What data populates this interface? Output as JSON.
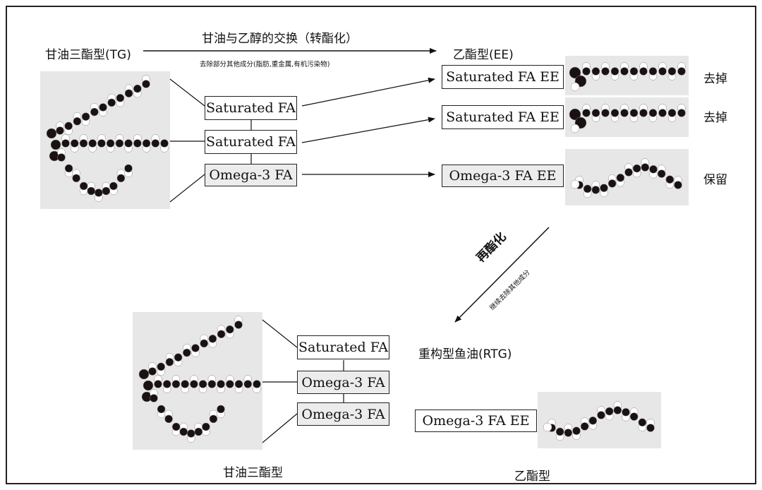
{
  "labels": {
    "tg_top": "甘油三酯型(TG)",
    "transesterification": "甘油与乙醇的交换（转酯化）",
    "removal_note": "去除部分其他成分(脂肪,重金属,有机污染物)",
    "ee_top": "乙酯型(EE)",
    "remove_1": "去掉",
    "remove_2": "去掉",
    "keep": "保留",
    "reesterification": "再酯化",
    "continue_removal": "继续去除其他成分",
    "rtg": "重构型鱼油(RTG)",
    "tg_bottom": "甘油三酯型",
    "ee_bottom": "乙酯型"
  },
  "boxes": {
    "tg_fa_1": "Saturated FA",
    "tg_fa_2": "Saturated FA",
    "tg_fa_3": "Omega-3 FA",
    "ee_1": "Saturated FA EE",
    "ee_2": "Saturated FA EE",
    "ee_3": "Omega-3 FA EE",
    "rtg_fa_1": "Saturated FA",
    "rtg_fa_2": "Omega-3 FA",
    "rtg_fa_3": "Omega-3 FA",
    "ee_final": "Omega-3 FA EE"
  },
  "colors": {
    "ink": "#111111",
    "molecule_dark": "#1a1212",
    "molecule_light": "#ffffff",
    "photo_bg": "#e7e7e7",
    "omega_box_bg": "#ececec"
  }
}
